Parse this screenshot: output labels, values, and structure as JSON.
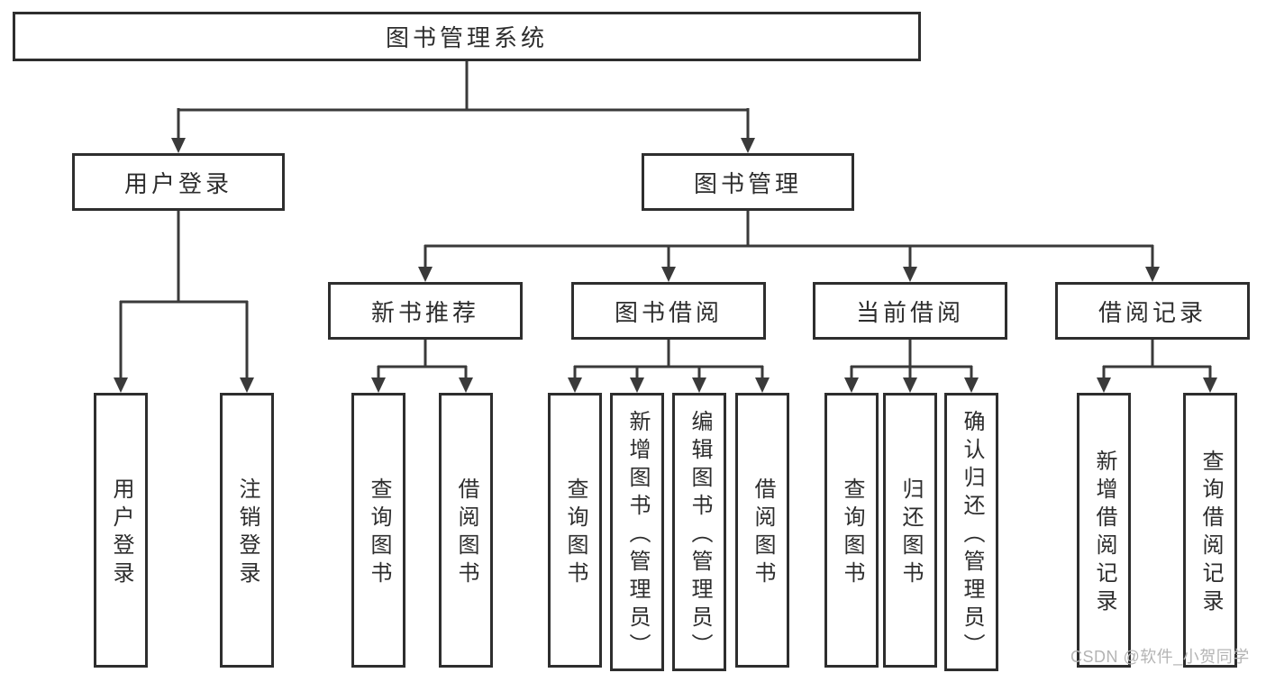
{
  "diagram": {
    "type": "hierarchy",
    "root": {
      "label": "图书管理系统"
    },
    "level1": [
      {
        "label": "用户登录",
        "children": [
          {
            "label": "用户登录"
          },
          {
            "label": "注销登录"
          }
        ]
      },
      {
        "label": "图书管理",
        "sections": [
          {
            "label": "新书推荐",
            "children": [
              {
                "label": "查询图书"
              },
              {
                "label": "借阅图书"
              }
            ]
          },
          {
            "label": "图书借阅",
            "children": [
              {
                "label": "查询图书"
              },
              {
                "label": "新增图书（管理员）"
              },
              {
                "label": "编辑图书（管理员）"
              },
              {
                "label": "借阅图书"
              }
            ]
          },
          {
            "label": "当前借阅",
            "children": [
              {
                "label": "查询图书"
              },
              {
                "label": "归还图书"
              },
              {
                "label": "确认归还（管理员）"
              }
            ]
          },
          {
            "label": "借阅记录",
            "children": [
              {
                "label": "新增借阅记录"
              },
              {
                "label": "查询借阅记录"
              }
            ]
          }
        ]
      }
    ],
    "watermark": "CSDN @软件_小贺同学",
    "colors": {
      "line": "#3a3a3a",
      "box_border": "#2e2e2e",
      "text": "#2d2d2d",
      "watermark": "#b4b4b4",
      "background": "#ffffff"
    }
  }
}
